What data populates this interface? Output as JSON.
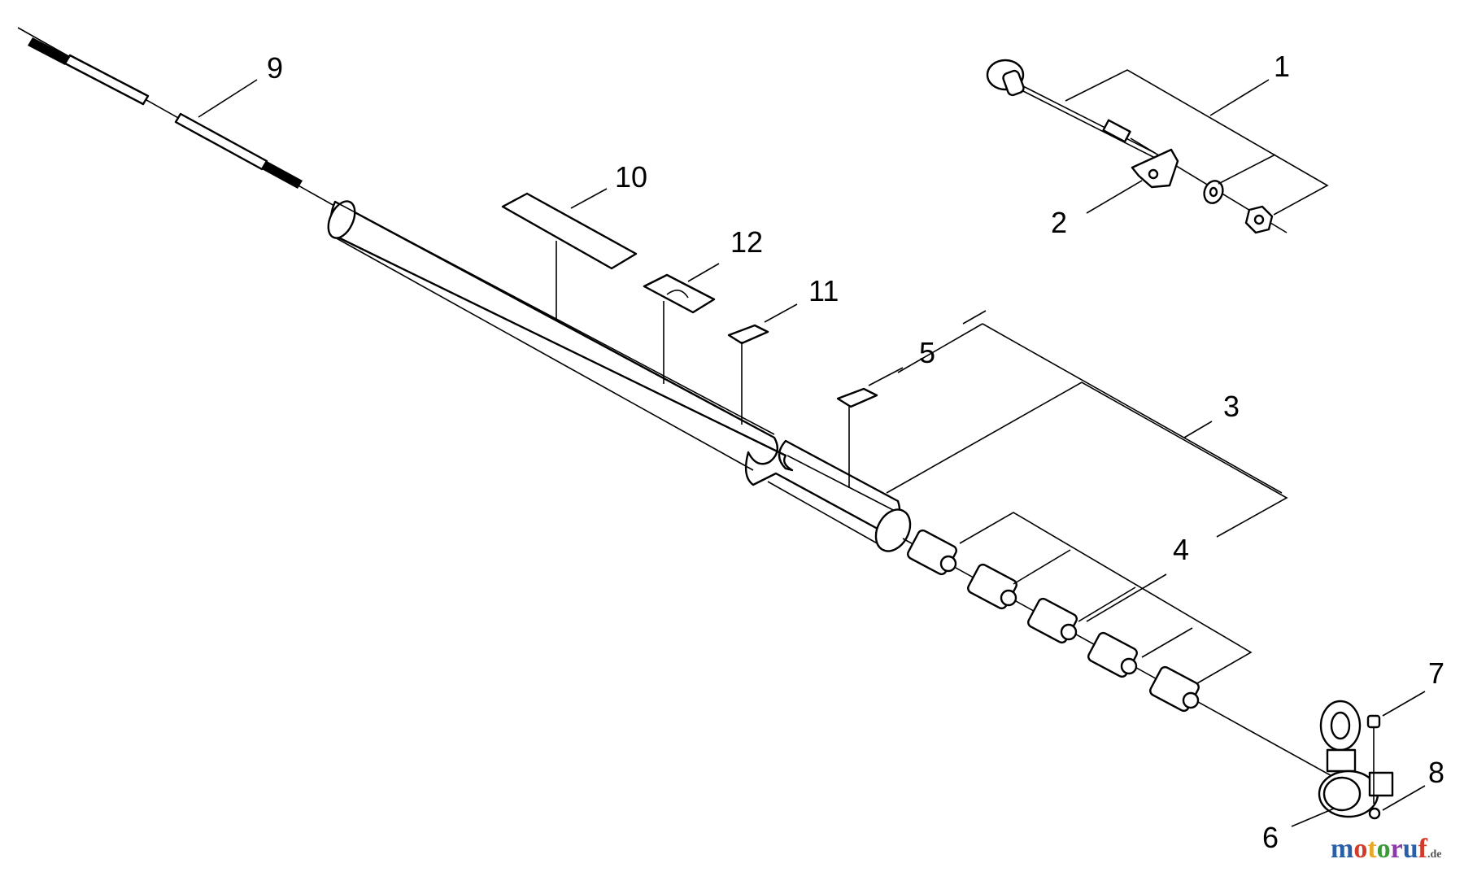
{
  "callouts": {
    "c1": "1",
    "c2": "2",
    "c3": "3",
    "c4": "4",
    "c5": "5",
    "c6": "6",
    "c7": "7",
    "c8": "8",
    "c9": "9",
    "c10": "10",
    "c11": "11",
    "c12": "12"
  },
  "watermark": {
    "letters": [
      "m",
      "o",
      "t",
      "o",
      "r",
      "u",
      "f"
    ],
    "suffix": ".de",
    "colors": [
      "#2a5fa8",
      "#d23a2a",
      "#e8a82a",
      "#3a9a3a",
      "#8a3aa8",
      "#2a5fa8",
      "#d23a2a"
    ]
  }
}
